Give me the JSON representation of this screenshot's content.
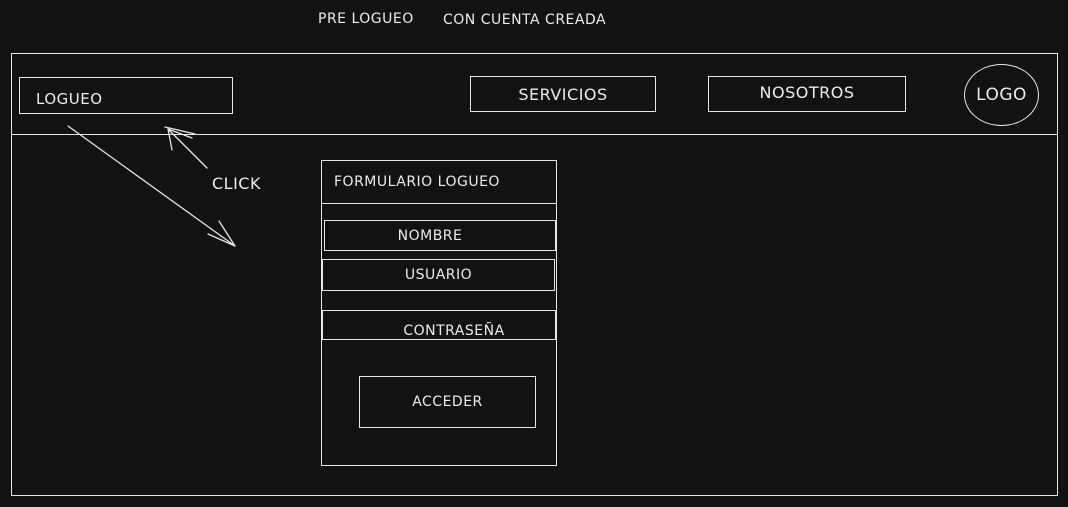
{
  "title_left": "PRE LOGUEO",
  "title_right": "CON CUENTA CREADA",
  "navbar": {
    "login_box_label": "LOGUEO",
    "services_label": "SERVICIOS",
    "about_label": "NOSOTROS",
    "logo_label": "LOGO"
  },
  "annotation": {
    "click_label": "CLICK"
  },
  "form": {
    "header": "FORMULARIO LOGUEO",
    "name_field": "NOMBRE",
    "user_field": "USUARIO",
    "password_field": "CONTRASEÑA",
    "submit_label": "ACCEDER"
  },
  "colors": {
    "background": "#121212",
    "stroke": "#e6e6e6"
  }
}
